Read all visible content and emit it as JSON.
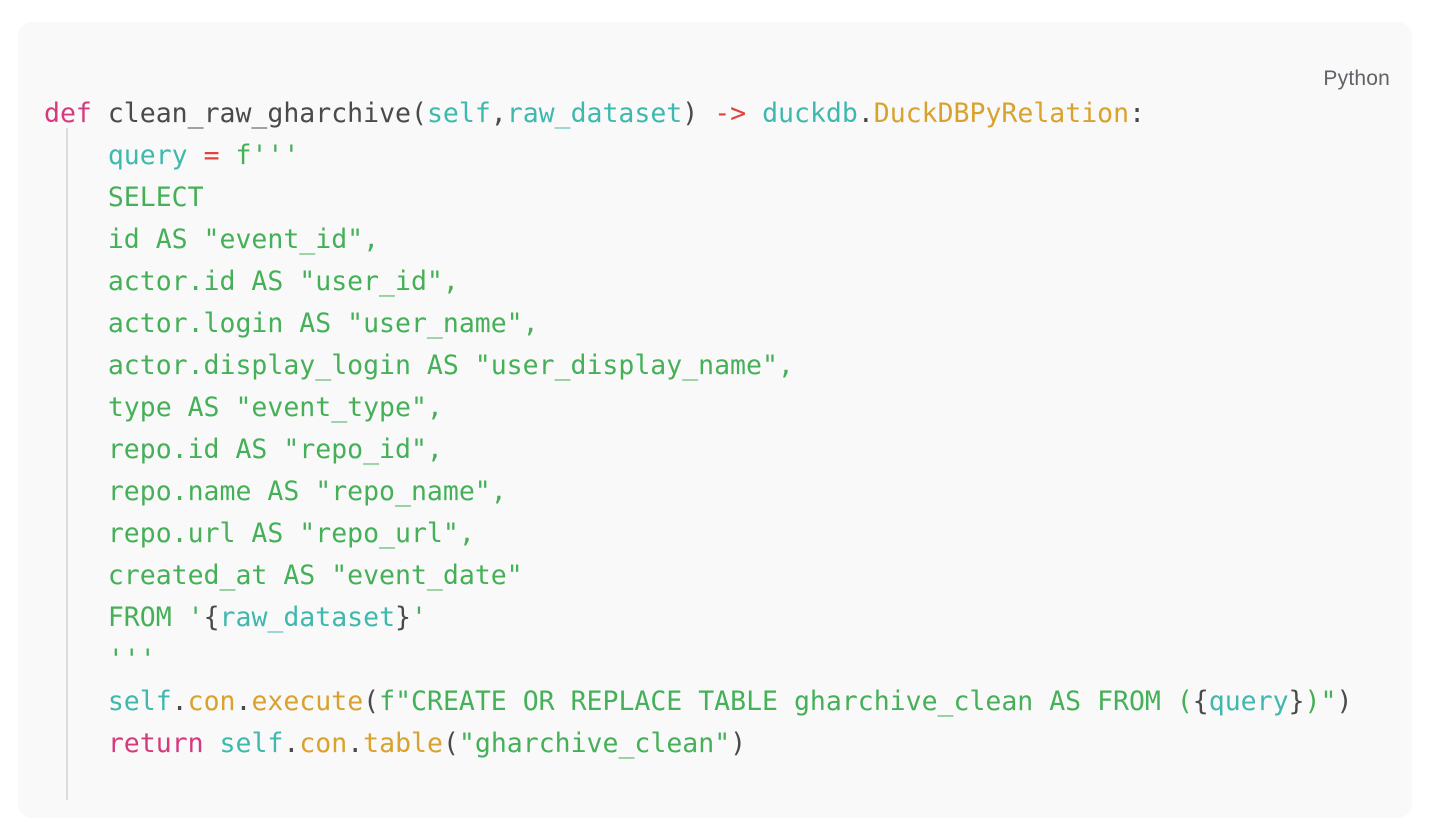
{
  "language_label": "Python",
  "colors": {
    "page_background": "#ffffff",
    "card_background": "#f9f9f9",
    "default_text": "#4a4a4a",
    "keyword": "#d63a7e",
    "identifier_param": "#3fb8ae",
    "operator": "#e0443b",
    "string": "#45b058",
    "class_name": "#d9a22e",
    "attribute": "#d9a22e",
    "indent_guide": "#dcdcdc",
    "lang_label": "#5f6368"
  },
  "code": {
    "full_text": "def clean_raw_gharchive(self,raw_dataset) -> duckdb.DuckDBPyRelation:\n    query = f'''\n    SELECT\n    id AS \"event_id\",\n    actor.id AS \"user_id\",\n    actor.login AS \"user_name\",\n    actor.display_login AS \"user_display_name\",\n    type AS \"event_type\",\n    repo.id AS \"repo_id\",\n    repo.name AS \"repo_name\",\n    repo.url AS \"repo_url\",\n    created_at AS \"event_date\"\n    FROM '{raw_dataset}'\n    '''\n    self.con.execute(f\"CREATE OR REPLACE TABLE gharchive_clean AS FROM ({query})\")\n    return self.con.table(\"gharchive_clean\")",
    "lines": [
      {
        "n": 1,
        "tokens": [
          {
            "t": "def",
            "c": "kw"
          },
          {
            "t": " ",
            "c": "plain"
          },
          {
            "t": "clean_raw_gharchive",
            "c": "fn"
          },
          {
            "t": "(",
            "c": "paren"
          },
          {
            "t": "self",
            "c": "param"
          },
          {
            "t": ",",
            "c": "punct"
          },
          {
            "t": "raw_dataset",
            "c": "param"
          },
          {
            "t": ")",
            "c": "paren"
          },
          {
            "t": " ",
            "c": "plain"
          },
          {
            "t": "->",
            "c": "op"
          },
          {
            "t": " ",
            "c": "plain"
          },
          {
            "t": "duckdb",
            "c": "mod"
          },
          {
            "t": ".",
            "c": "punct"
          },
          {
            "t": "DuckDBPyRelation",
            "c": "class"
          },
          {
            "t": ":",
            "c": "punct"
          }
        ]
      },
      {
        "n": 2,
        "tokens": [
          {
            "t": "    ",
            "c": "plain"
          },
          {
            "t": "query",
            "c": "param"
          },
          {
            "t": " ",
            "c": "plain"
          },
          {
            "t": "=",
            "c": "op"
          },
          {
            "t": " ",
            "c": "plain"
          },
          {
            "t": "f'''",
            "c": "str"
          }
        ]
      },
      {
        "n": 3,
        "tokens": [
          {
            "t": "    SELECT",
            "c": "str"
          }
        ]
      },
      {
        "n": 4,
        "tokens": [
          {
            "t": "    id AS \"event_id\",",
            "c": "str"
          }
        ]
      },
      {
        "n": 5,
        "tokens": [
          {
            "t": "    actor.id AS \"user_id\",",
            "c": "str"
          }
        ]
      },
      {
        "n": 6,
        "tokens": [
          {
            "t": "    actor.login AS \"user_name\",",
            "c": "str"
          }
        ]
      },
      {
        "n": 7,
        "tokens": [
          {
            "t": "    actor.display_login AS \"user_display_name\",",
            "c": "str"
          }
        ]
      },
      {
        "n": 8,
        "tokens": [
          {
            "t": "    type AS \"event_type\",",
            "c": "str"
          }
        ]
      },
      {
        "n": 9,
        "tokens": [
          {
            "t": "    repo.id AS \"repo_id\",",
            "c": "str"
          }
        ]
      },
      {
        "n": 10,
        "tokens": [
          {
            "t": "    repo.name AS \"repo_name\",",
            "c": "str"
          }
        ]
      },
      {
        "n": 11,
        "tokens": [
          {
            "t": "    repo.url AS \"repo_url\",",
            "c": "str"
          }
        ]
      },
      {
        "n": 12,
        "tokens": [
          {
            "t": "    created_at AS \"event_date\"",
            "c": "str"
          }
        ]
      },
      {
        "n": 13,
        "tokens": [
          {
            "t": "    FROM '",
            "c": "str"
          },
          {
            "t": "{",
            "c": "punct"
          },
          {
            "t": "raw_dataset",
            "c": "param"
          },
          {
            "t": "}",
            "c": "punct"
          },
          {
            "t": "'",
            "c": "str"
          }
        ]
      },
      {
        "n": 14,
        "tokens": [
          {
            "t": "    '''",
            "c": "str"
          }
        ]
      },
      {
        "n": 15,
        "tokens": [
          {
            "t": "    ",
            "c": "plain"
          },
          {
            "t": "self",
            "c": "param"
          },
          {
            "t": ".",
            "c": "punct"
          },
          {
            "t": "con",
            "c": "attr"
          },
          {
            "t": ".",
            "c": "punct"
          },
          {
            "t": "execute",
            "c": "attr"
          },
          {
            "t": "(",
            "c": "paren"
          },
          {
            "t": "f\"CREATE OR REPLACE TABLE gharchive_clean AS FROM (",
            "c": "str"
          },
          {
            "t": "{",
            "c": "punct"
          },
          {
            "t": "query",
            "c": "param"
          },
          {
            "t": "}",
            "c": "punct"
          },
          {
            "t": ")",
            "c": "str"
          },
          {
            "t": "\"",
            "c": "str"
          },
          {
            "t": ")",
            "c": "paren"
          }
        ]
      },
      {
        "n": 16,
        "tokens": [
          {
            "t": "    ",
            "c": "plain"
          },
          {
            "t": "return",
            "c": "kw"
          },
          {
            "t": " ",
            "c": "plain"
          },
          {
            "t": "self",
            "c": "param"
          },
          {
            "t": ".",
            "c": "punct"
          },
          {
            "t": "con",
            "c": "attr"
          },
          {
            "t": ".",
            "c": "punct"
          },
          {
            "t": "table",
            "c": "attr"
          },
          {
            "t": "(",
            "c": "paren"
          },
          {
            "t": "\"gharchive_clean\"",
            "c": "str"
          },
          {
            "t": ")",
            "c": "paren"
          }
        ]
      }
    ]
  }
}
